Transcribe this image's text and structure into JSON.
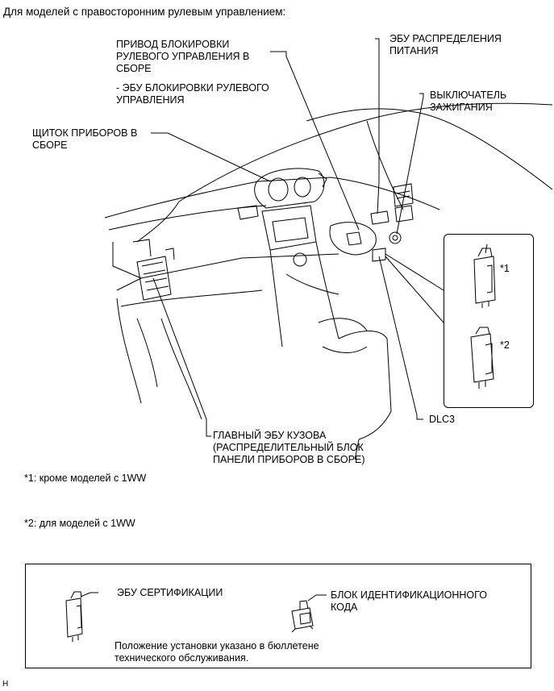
{
  "heading": "Для моделей с правосторонним рулевым управлением:",
  "labels": {
    "steering_lock_actuator": "ПРИВОД БЛОКИРОВКИ\nРУЛЕВОГО УПРАВЛЕНИЯ В\nСБОРЕ",
    "steering_lock_ecu": "- ЭБУ БЛОКИРОВКИ РУЛЕВОГО\nУПРАВЛЕНИЯ",
    "instrument_cluster": "ЩИТОК ПРИБОРОВ В\nСБОРЕ",
    "power_distribution_ecu": "ЭБУ РАСПРЕДЕЛЕНИЯ\nПИТАНИЯ",
    "ignition_switch": "ВЫКЛЮЧАТЕЛЬ\nЗАЖИГАНИЯ",
    "main_body_ecu": "ГЛАВНЫЙ ЭБУ КУЗОВА\n(РАСПРЕДЕЛИТЕЛЬНЫЙ БЛОК\nПАНЕЛИ ПРИБОРОВ В СБОРЕ)",
    "dlc3": "DLC3",
    "variant_1_mark": "*1",
    "variant_2_mark": "*2"
  },
  "footnotes": {
    "note_1": "*1: кроме моделей с 1WW",
    "note_2": "*2: для моделей с 1WW"
  },
  "box": {
    "certification_ecu": "ЭБУ СЕРТИФИКАЦИИ",
    "id_code_box": "БЛОК ИДЕНТИФИКАЦИОННОГО\nКОДА",
    "install_note": "Положение установки указано в бюллетене\nтехнического обслуживания."
  },
  "corner_mark": "H"
}
